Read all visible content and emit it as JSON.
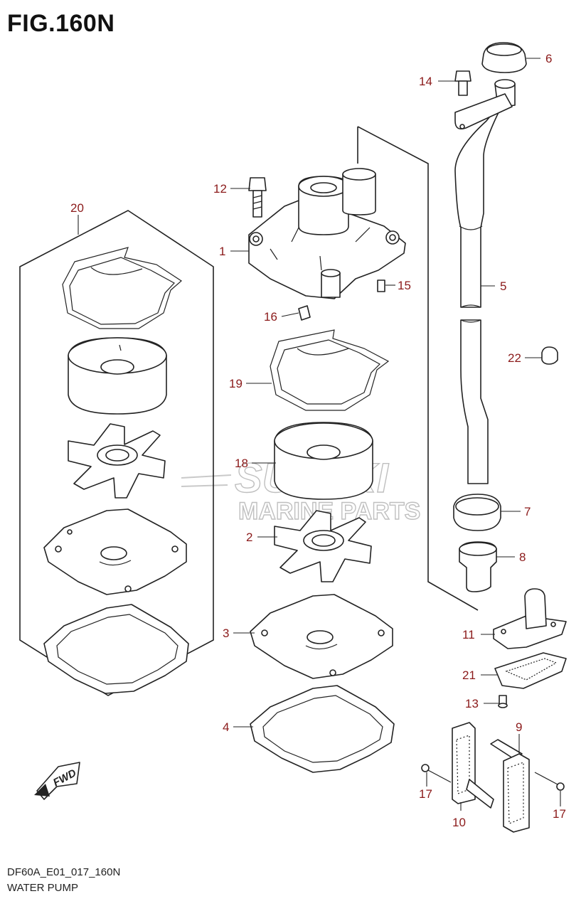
{
  "figure_title": "FIG.160N",
  "diagram_code": "DF60A_E01_017_160N",
  "caption": "WATER PUMP",
  "watermark": {
    "brand": "SUZUKI",
    "sub": "MARINE PARTS"
  },
  "direction_badge": "FWD",
  "callouts": {
    "c1": "1",
    "c2": "2",
    "c3": "3",
    "c4": "4",
    "c5": "5",
    "c6": "6",
    "c7": "7",
    "c8": "8",
    "c9": "9",
    "c10": "10",
    "c11": "11",
    "c12": "12",
    "c13": "13",
    "c14": "14",
    "c15": "15",
    "c16": "16",
    "c17a": "17",
    "c17b": "17",
    "c18": "18",
    "c19": "19",
    "c20": "20",
    "c21": "21",
    "c22": "22"
  },
  "colors": {
    "callout": "#8b1a1a",
    "line": "#222222",
    "watermark": "#b9b9b9"
  }
}
